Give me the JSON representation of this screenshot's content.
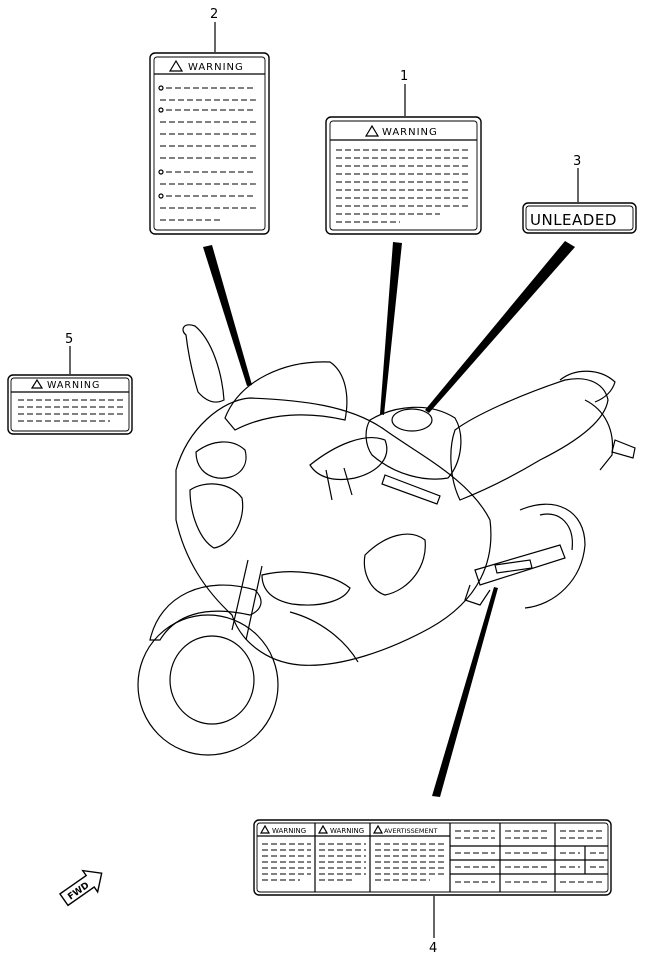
{
  "callouts": {
    "c1": "1",
    "c2": "2",
    "c3": "3",
    "c4": "4",
    "c5": "5"
  },
  "labels": {
    "warning": "WARNING",
    "unleaded": "UNLEADED",
    "avertissement": "AVERTISSEMENT",
    "fwd": "FWD"
  },
  "icons": {
    "warning_triangle": "warning-triangle-icon",
    "forward_arrow": "forward-arrow-icon"
  }
}
